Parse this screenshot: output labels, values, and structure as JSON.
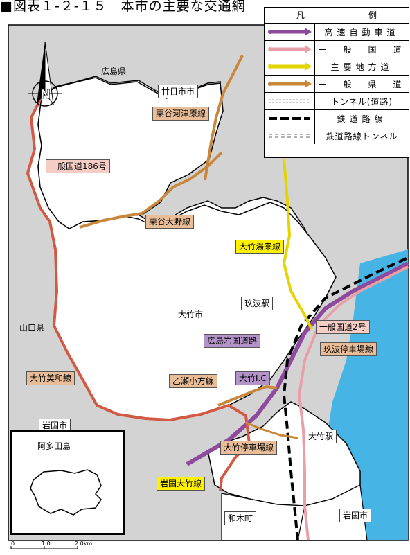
{
  "title": "■図表１-２-１５　本市の主要な交通網",
  "legend": {
    "header_left": "凡",
    "header_right": "例",
    "items": [
      {
        "label": "高速自動車道",
        "color": "#8e4a9c",
        "style": "expressway"
      },
      {
        "label": "一　般　国　道",
        "color": "#e8a0a8",
        "style": "national"
      },
      {
        "label": "主要地方道",
        "color": "#e4d400",
        "style": "main"
      },
      {
        "label": "一　般　県　道",
        "color": "#c8873a",
        "style": "prefectural"
      },
      {
        "label": "トンネル(道路)",
        "color": "#999999",
        "style": "road-tunnel"
      },
      {
        "label": "鉄道路線",
        "color": "#000000",
        "style": "railway"
      },
      {
        "label": "鉄道路線トンネル",
        "color": "#666666",
        "style": "rail-tunnel"
      }
    ]
  },
  "places": {
    "hiroshima_pref": "広島県",
    "hatsukaichi": "廿日市市",
    "yamaguchi_pref": "山口県",
    "otake_city": "大竹市",
    "iwakuni_city_left": "岩国市",
    "iwakuni_city_right": "岩国市",
    "waki_town": "和木町",
    "kuba_station": "玖波駅",
    "otake_station": "大竹駅"
  },
  "roads": {
    "kuritani_kozuhara": "栗谷河津原線",
    "national_186": "一般国道186号",
    "kuritani_ono": "栗谷大野線",
    "otake_yuki": "大竹湯来線",
    "hiroshima_iwakuni_road": "広島岩国道路",
    "national_2": "一般国道2号",
    "kuba_station_line": "玖波停車場線",
    "otake_ic": "大竹I.C",
    "otake_miwa": "大竹美和線",
    "otose_ogata": "乙瀬小方線",
    "otake_station_line": "大竹停車場線",
    "iwakuni_otake": "岩国大竹線"
  },
  "inset": {
    "label": "阿多田島"
  },
  "scale": {
    "t0": "0",
    "t1": "1.0",
    "t2": "2.0km"
  },
  "colors": {
    "land_outside": "#d3d3d3",
    "sea": "#47b4e6",
    "city_land": "#ffffff",
    "expressway": "#8e4a9c",
    "national": "#e8a0a8",
    "main_road": "#e4d400",
    "pref_road": "#c8873a",
    "border": "#000000"
  }
}
